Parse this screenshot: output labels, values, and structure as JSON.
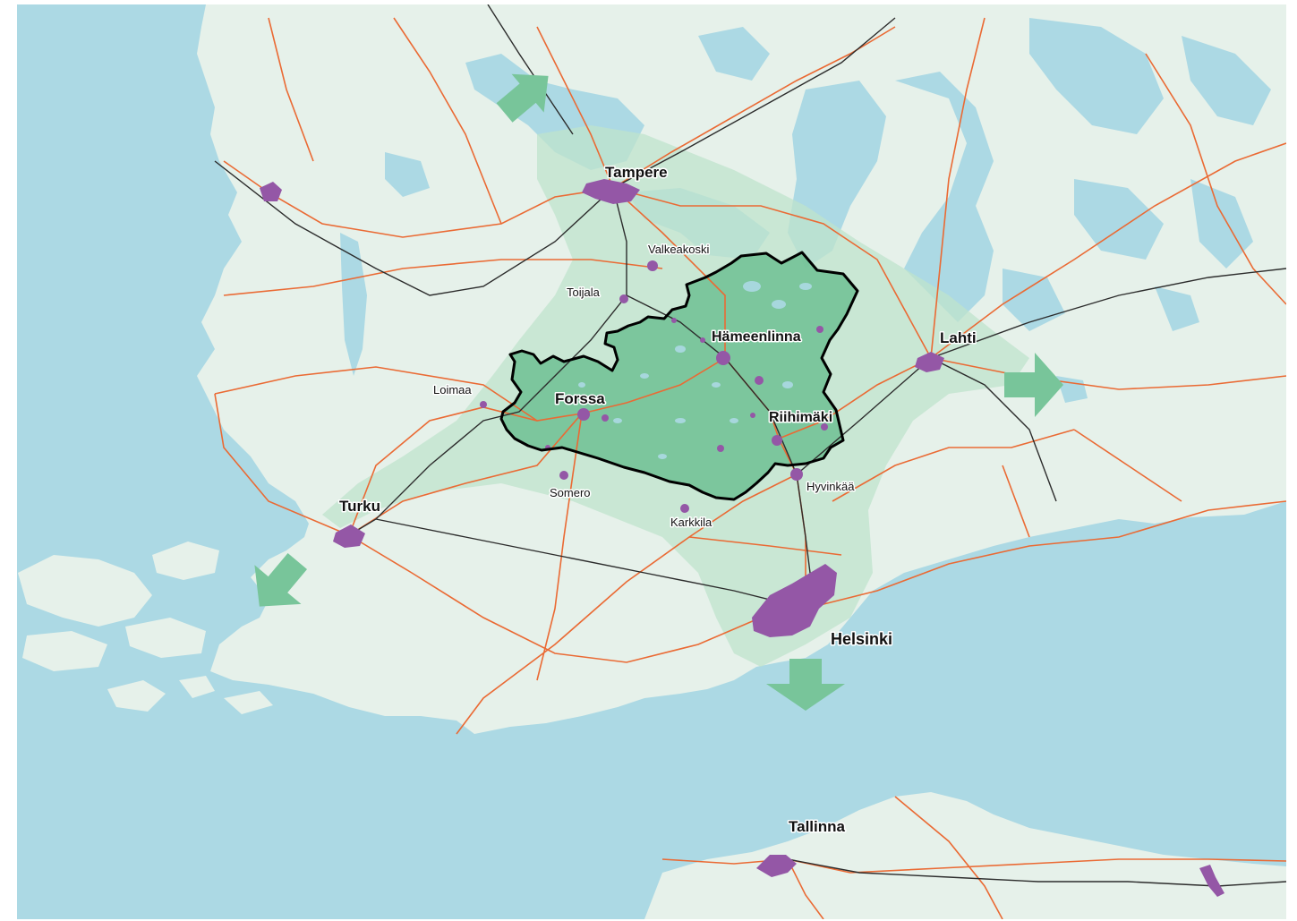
{
  "map": {
    "colors": {
      "sea": "#acd9e4",
      "land": "#e6f1ea",
      "lake": "#acd9e4",
      "road": "#ea6a34",
      "rail": "#2c2c2c",
      "urban": "#9457a6",
      "region_fill": "#6fbf93",
      "zone_fill": "#bfe3cc",
      "arrow": "#78c59a",
      "border": "#000000"
    },
    "cities_major": [
      {
        "id": "tampere",
        "label": "Tampere"
      },
      {
        "id": "hameenlinna",
        "label": "Hämeenlinna"
      },
      {
        "id": "lahti",
        "label": "Lahti"
      },
      {
        "id": "forssa",
        "label": "Forssa"
      },
      {
        "id": "riihimaki",
        "label": "Riihimäki"
      },
      {
        "id": "turku",
        "label": "Turku"
      },
      {
        "id": "helsinki",
        "label": "Helsinki"
      },
      {
        "id": "tallinna",
        "label": "Tallinna"
      }
    ],
    "cities_minor": [
      {
        "id": "valkeakoski",
        "label": "Valkeakoski"
      },
      {
        "id": "toijala",
        "label": "Toijala"
      },
      {
        "id": "loimaa",
        "label": "Loimaa"
      },
      {
        "id": "somero",
        "label": "Somero"
      },
      {
        "id": "karkkila",
        "label": "Karkkila"
      },
      {
        "id": "hyvinkaa",
        "label": "Hyvinkää"
      }
    ],
    "arrows": [
      {
        "id": "arrow-north",
        "icon": "arrow-icon",
        "direction": "north-east"
      },
      {
        "id": "arrow-east",
        "icon": "arrow-icon",
        "direction": "east"
      },
      {
        "id": "arrow-southwest",
        "icon": "arrow-icon",
        "direction": "south-west"
      },
      {
        "id": "arrow-south",
        "icon": "arrow-icon",
        "direction": "south"
      }
    ]
  }
}
